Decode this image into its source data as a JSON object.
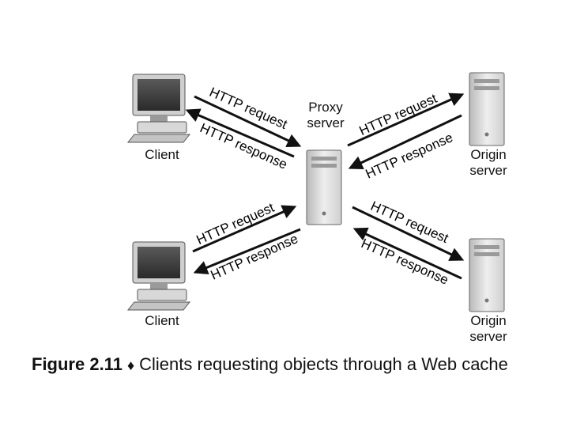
{
  "nodes": {
    "client_top": "Client",
    "client_bottom": "Client",
    "proxy": "Proxy\nserver",
    "origin_top": "Origin\nserver",
    "origin_bottom": "Origin\nserver"
  },
  "edges": {
    "tl_request": "HTTP request",
    "tl_response": "HTTP response",
    "bl_request": "HTTP request",
    "bl_response": "HTTP response",
    "tr_request": "HTTP request",
    "tr_response": "HTTP response",
    "br_request": "HTTP request",
    "br_response": "HTTP response"
  },
  "caption": {
    "figure": "Figure 2.11",
    "separator": "♦",
    "text": "Clients requesting objects through a Web cache"
  },
  "icons": [
    "desktop-computer-icon",
    "tower-server-icon"
  ]
}
